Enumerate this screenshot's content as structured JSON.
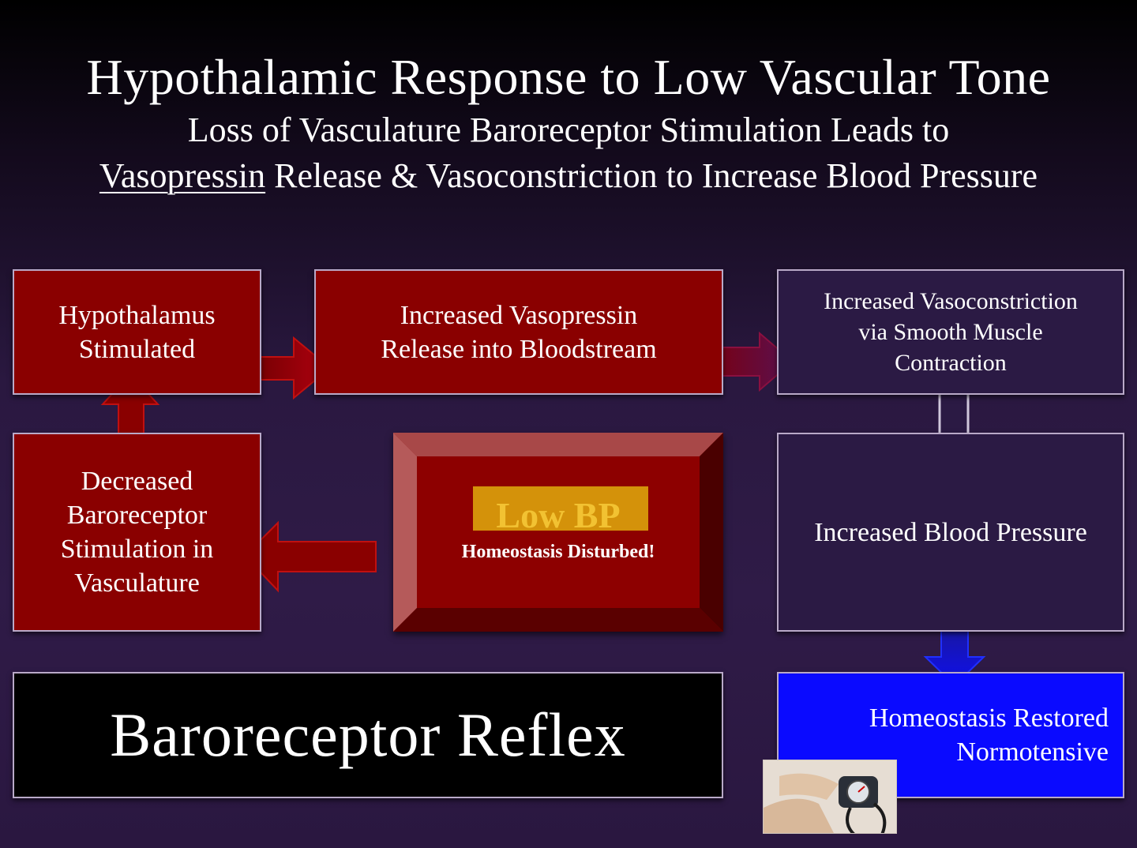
{
  "header": {
    "title": "Hypothalamic Response to Low Vascular Tone",
    "subtitle_line1": "Loss of Vasculature Baroreceptor Stimulation Leads to",
    "subtitle_line2_underlined": "Vasopressin",
    "subtitle_line2_rest": " Release & Vasoconstriction to Increase Blood Pressure"
  },
  "boxes": {
    "hypothalamus": [
      "Hypothalamus",
      "Stimulated"
    ],
    "vasopressin": [
      "Increased Vasopressin",
      "Release into Bloodstream"
    ],
    "vasoconstriction": [
      "Increased Vasoconstriction",
      "via Smooth Muscle",
      "Contraction"
    ],
    "decreased": [
      "Decreased",
      "Baroreceptor",
      "Stimulation in",
      "Vasculature"
    ],
    "increased_bp": "Increased Blood Pressure",
    "restored": [
      "Homeostasis Restored",
      "Normotensive"
    ],
    "reflex": "Baroreceptor Reflex",
    "low_bp": {
      "title": "Low BP",
      "subtitle": "Homeostasis Disturbed!"
    }
  },
  "colors": {
    "red_box": "#8a0000",
    "purple_box": "#2b1a44",
    "blue_box": "#0a0aff",
    "low_bp_text": "#f2c232",
    "low_bp_highlight": "#d4920a"
  },
  "icons": {
    "photo": "blood-pressure-cuff-photo"
  }
}
